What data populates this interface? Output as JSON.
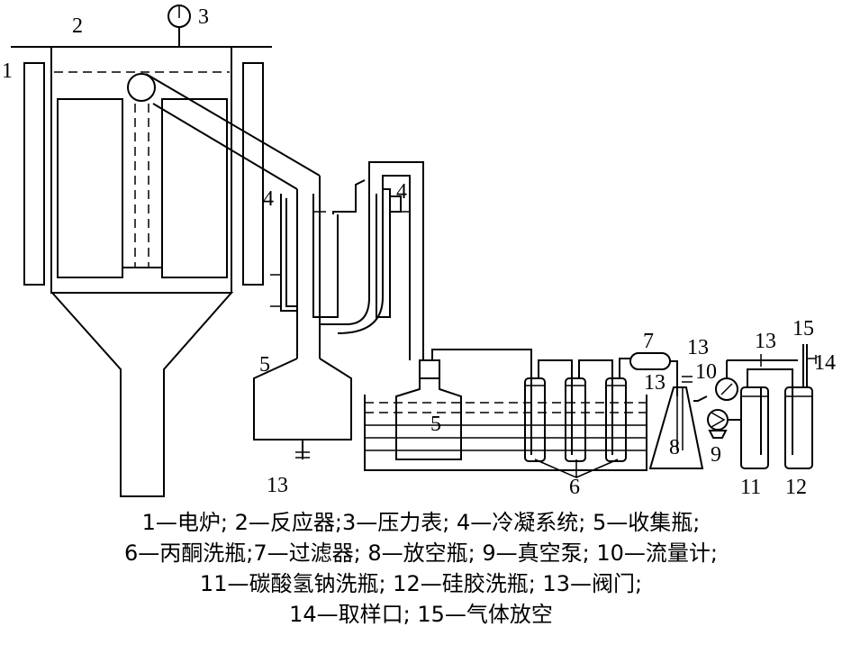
{
  "labels": {
    "electric_furnace": "1",
    "reactor": "2",
    "pressure_gauge": "3",
    "condenser_left": "4",
    "condenser_right": "4",
    "collector_upper": "5",
    "collector_lower": "5",
    "acetone_bottles": "6",
    "filter": "7",
    "vent_bottle": "8",
    "vacuum_pump": "9",
    "flowmeter": "10",
    "bicarbonate_bottle": "11",
    "silica_bottle": "12",
    "valve_collector": "13",
    "valve_filter_a": "13",
    "valve_filter_b": "13",
    "valve_line": "13",
    "sample_port": "14",
    "gas_vent": "15"
  },
  "caption": {
    "line1": "1—电炉; 2—反应器;3—压力表; 4—冷凝系统; 5—收集瓶;",
    "line2": "6—丙酮洗瓶;7—过滤器; 8—放空瓶; 9—真空泵; 10—流量计;",
    "line3": "11—碳酸氢钠洗瓶; 12—硅胶洗瓶; 13—阀门;",
    "line4": "14—取样口; 15—气体放空"
  },
  "colors": {
    "ink": "#000000",
    "background": "#ffffff"
  }
}
